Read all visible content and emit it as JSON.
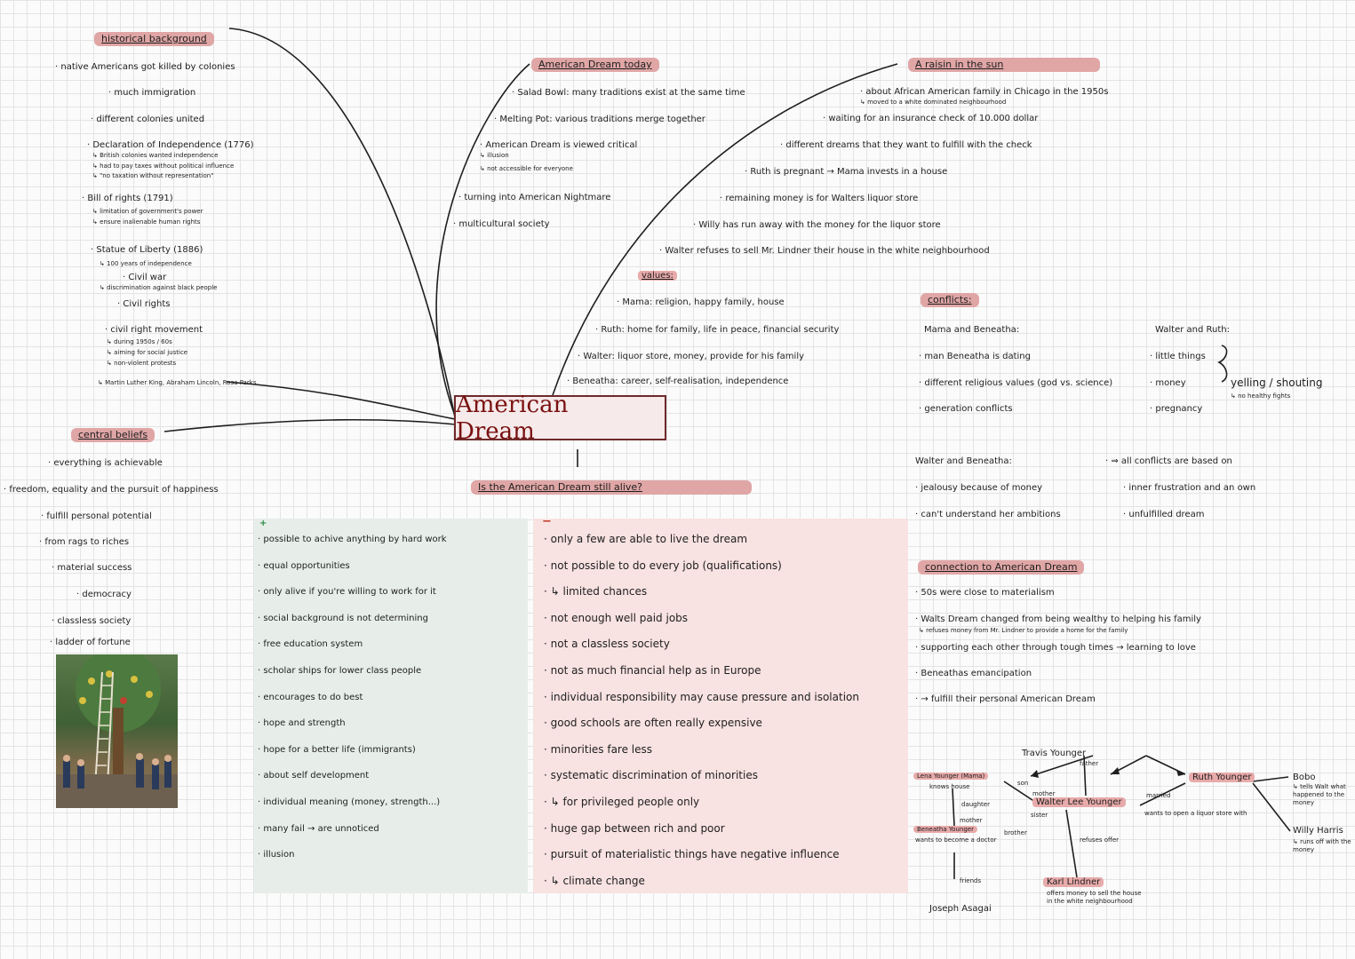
{
  "central": "American Dream",
  "historical": {
    "title": "historical background",
    "lines": [
      {
        "t": "native Americans got killed by colonies",
        "s": false
      },
      {
        "t": "much immigration",
        "s": false
      },
      {
        "t": "different colonies united",
        "s": false
      },
      {
        "t": "Declaration of Independence (1776)",
        "s": false
      },
      {
        "t": "↳ British colonies wanted independence",
        "s": true
      },
      {
        "t": "↳ had to pay taxes without political influence",
        "s": true
      },
      {
        "t": "↳ \"no taxation without representation\"",
        "s": true
      },
      {
        "t": "Bill of rights (1791)",
        "s": false
      },
      {
        "t": "↳ limitation of government's power",
        "s": true
      },
      {
        "t": "↳ ensure inalienable human rights",
        "s": true
      },
      {
        "t": "Statue of Liberty (1886)",
        "s": false
      },
      {
        "t": "↳ 100 years of independence",
        "s": true
      },
      {
        "t": "Civil war",
        "s": false
      },
      {
        "t": "↳ discrimination against black people",
        "s": true
      },
      {
        "t": "Civil rights",
        "s": false
      },
      {
        "t": "civil right movement",
        "s": false
      },
      {
        "t": "↳ during 1950s / 60s",
        "s": true
      },
      {
        "t": "↳ aiming for social justice",
        "s": true
      },
      {
        "t": "↳ non-violent protests",
        "s": true
      },
      {
        "t": "↳ Martin Luther King, Abraham Lincoln, Rosa Parks",
        "s": true
      }
    ]
  },
  "beliefs": {
    "title": "central beliefs",
    "lines": [
      "everything is achievable",
      "freedom, equality and the pursuit of happiness",
      "fulfill personal potential",
      "from rags to riches",
      "material success",
      "democracy",
      "classless society",
      "ladder of fortune"
    ]
  },
  "today": {
    "title": "American Dream today",
    "lines": [
      {
        "t": "Salad Bowl: many traditions exist at the same time",
        "s": false
      },
      {
        "t": "Melting Pot: various traditions merge together",
        "s": false
      },
      {
        "t": "American Dream is viewed critical",
        "s": false
      },
      {
        "t": "↳ illusion",
        "s": true
      },
      {
        "t": "↳ not accessible for everyone",
        "s": true
      },
      {
        "t": "turning into American Nightmare",
        "s": false
      },
      {
        "t": "multicultural society",
        "s": false
      }
    ]
  },
  "raisin": {
    "title": "A raisin in the sun",
    "lines": [
      {
        "t": "about African American family in Chicago in the 1950s",
        "s": false
      },
      {
        "t": "↳ moved to a white dominated neighbourhood",
        "s": true
      },
      {
        "t": "waiting for an insurance check of 10.000 dollar",
        "s": false
      },
      {
        "t": "different dreams that they want to fulfill with the check",
        "s": false
      },
      {
        "t": "Ruth is pregnant → Mama invests in a house",
        "s": false
      },
      {
        "t": "remaining money is for Walters liquor store",
        "s": false
      },
      {
        "t": "Willy has run away with the money for the liquor store",
        "s": false
      },
      {
        "t": "Walter refuses to sell Mr. Lindner their house in the white neighbourhood",
        "s": false
      }
    ]
  },
  "values": {
    "title": "values:",
    "lines": [
      "Mama: religion, happy family, house",
      "Ruth: home for family, life in peace, financial security",
      "Walter: liquor store, money, provide for his family",
      "Beneatha: career, self-realisation, independence"
    ]
  },
  "conflicts": {
    "title": "conflicts:",
    "mama_beneatha_title": "Mama and Beneatha:",
    "mama_beneatha": [
      "man Beneatha is dating",
      "different religious values (god vs. science)",
      "generation conflicts"
    ],
    "walter_ruth_title": "Walter and Ruth:",
    "walter_ruth": [
      "little things",
      "money",
      "pregnancy"
    ],
    "walter_ruth_note": "yelling / shouting",
    "walter_ruth_note2": "↳ no healthy fights",
    "walter_beneatha_title": "Walter and Beneatha:",
    "walter_beneatha": [
      "jealousy because of money",
      "can't understand her ambitions"
    ],
    "all_conflicts": [
      "⇒ all conflicts are based on",
      "inner frustration and an own",
      "unfulfilled dream"
    ]
  },
  "connection": {
    "title": "connection to American Dream",
    "lines": [
      {
        "t": "50s were close to materialism",
        "s": false
      },
      {
        "t": "Walts Dream changed from being wealthy to helping his family",
        "s": false
      },
      {
        "t": "↳ refuses money from Mr. Lindner to provide a home for the family",
        "s": true
      },
      {
        "t": "supporting each other through tough times → learning to love",
        "s": false
      },
      {
        "t": "Beneathas emancipation",
        "s": false
      },
      {
        "t": "→ fulfill their personal American Dream",
        "s": false
      }
    ]
  },
  "alive": {
    "title": "Is the American Dream still alive?",
    "plus_sign": "+",
    "minus_sign": "−",
    "plus": [
      "possible to achive anything by hard work",
      "equal opportunities",
      "only alive if you're willing to work for it",
      "social background is not determining",
      "free education system",
      "scholar ships for lower class people",
      "encourages to do best",
      "hope and strength",
      "hope for a better life (immigrants)",
      "about self development",
      "individual meaning (money, strength...)",
      "many fail → are unnoticed",
      "illusion"
    ],
    "minus": [
      "only a few are able to live the dream",
      "not possible to do every job (qualifications)",
      "↳ limited chances",
      "not enough well paid jobs",
      "not a classless society",
      "not as much financial help as in Europe",
      "individual responsibility may cause pressure and isolation",
      "good schools are often really expensive",
      "minorities fare less",
      "systematic discrimination of minorities",
      "↳ for privileged people only",
      "huge gap between rich and poor",
      "pursuit of materialistic things have negative influence",
      "↳ climate change"
    ]
  },
  "family": {
    "travis": "Travis Younger",
    "travis_note": "father",
    "lena": "Lena Younger (Mama)",
    "lena_note": "knows house",
    "walter": "Walter Lee Younger",
    "ruth": "Ruth Younger",
    "ruth_note": "wants to open a liquor store with",
    "beneatha": "Beneatha Younger",
    "beneatha_note": "wants to become a doctor",
    "karl": "Karl Lindner",
    "karl_note": "offers money to sell the house in the white neighbourhood",
    "joseph": "Joseph Asagai",
    "bobo": "Bobo",
    "bobo_note": "↳ tells Walt what happened to the money",
    "willy": "Willy Harris",
    "willy_note": "↳ runs off with the money",
    "labels": {
      "daughter": "daughter",
      "mother": "mother",
      "son": "son",
      "sister": "sister",
      "brother": "brother",
      "married": "married",
      "refuses": "refuses offer",
      "friends": "friends"
    }
  }
}
